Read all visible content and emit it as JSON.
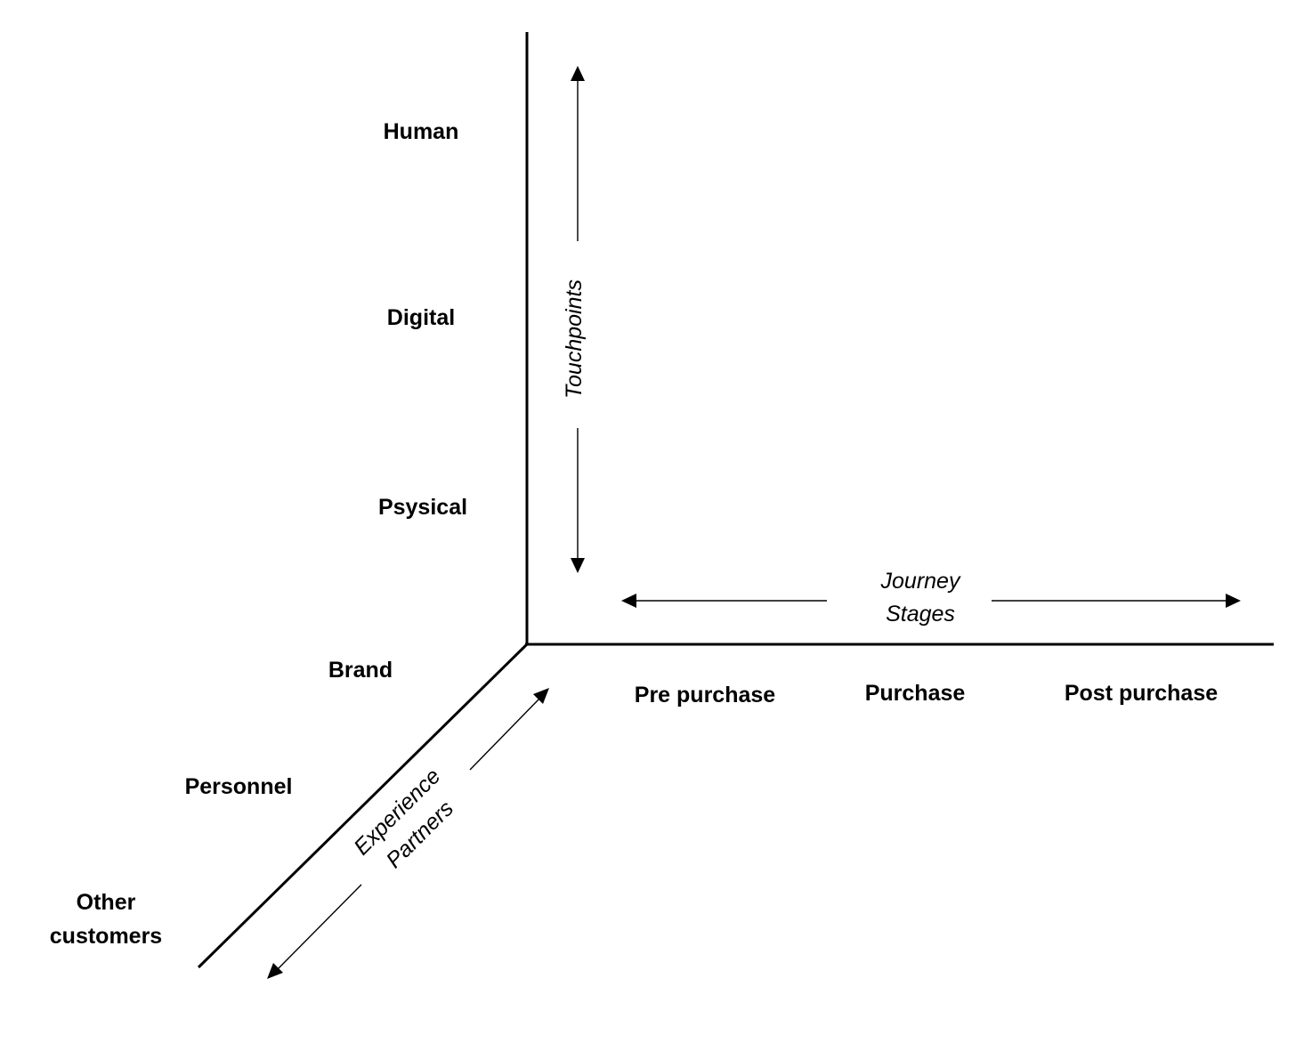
{
  "touchpoints": {
    "axis_label": "Touchpoints",
    "items": [
      "Human",
      "Digital",
      "Psysical"
    ]
  },
  "journey_stages": {
    "axis_label_line1": "Journey",
    "axis_label_line2": "Stages",
    "items": [
      "Pre purchase",
      "Purchase",
      "Post purchase"
    ]
  },
  "experience_partners": {
    "axis_label_line1": "Experience",
    "axis_label_line2": "Partners",
    "items": [
      "Brand",
      "Personnel"
    ],
    "other_line1": "Other",
    "other_line2": "customers"
  }
}
